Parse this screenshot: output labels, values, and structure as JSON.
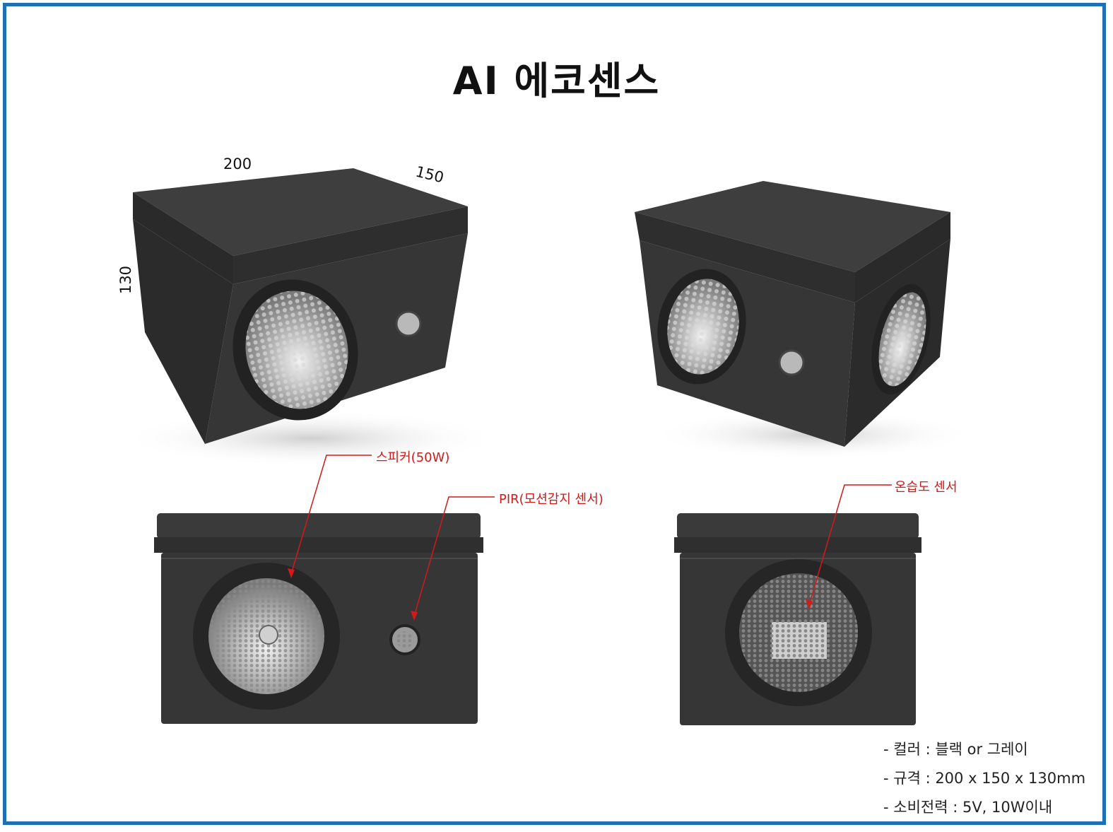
{
  "title": "AI 에코센스",
  "dimensions": {
    "width": "200",
    "depth": "150",
    "height": "130"
  },
  "callouts": {
    "speaker": "스피커(50W)",
    "pir": "PIR(모션감지 센서)",
    "humidity": "온습도 센서"
  },
  "specs": [
    "- 컬러 : 블랙 or 그레이",
    "- 규격 : 200 x 150 x 130mm",
    "- 소비전력 : 5V, 10W이내"
  ],
  "colors": {
    "border": "#1f6fb5",
    "callout": "#d11a1a",
    "device": "#3a3a3a"
  }
}
